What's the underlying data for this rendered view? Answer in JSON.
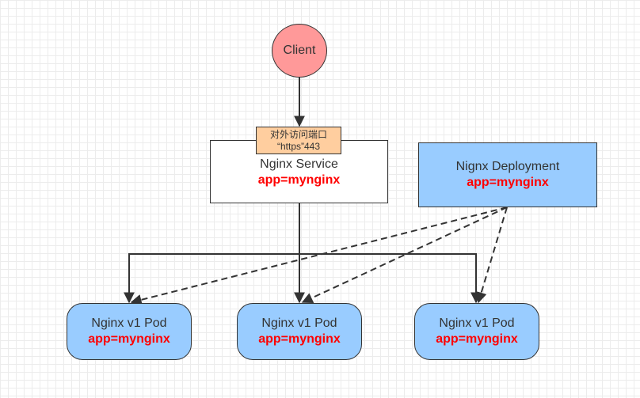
{
  "nodes": {
    "client": {
      "label": "Client"
    },
    "service": {
      "label": "Nginx Service",
      "selector": "app=mynginx",
      "port_label": "对外访问端口",
      "port_value": "“https”443"
    },
    "deployment": {
      "label": "Nignx Deployment",
      "selector": "app=mynginx"
    },
    "pods": [
      {
        "label": "Nginx v1 Pod",
        "selector": "app=mynginx"
      },
      {
        "label": "Nginx v1 Pod",
        "selector": "app=mynginx"
      },
      {
        "label": "Nginx v1 Pod",
        "selector": "app=mynginx"
      }
    ]
  },
  "colors": {
    "client_fill": "#ff9999",
    "port_fill": "#ffce9f",
    "deployment_fill": "#99ccff",
    "pod_fill": "#99ccff",
    "selector_text": "#ff0000",
    "edge": "#333333"
  }
}
